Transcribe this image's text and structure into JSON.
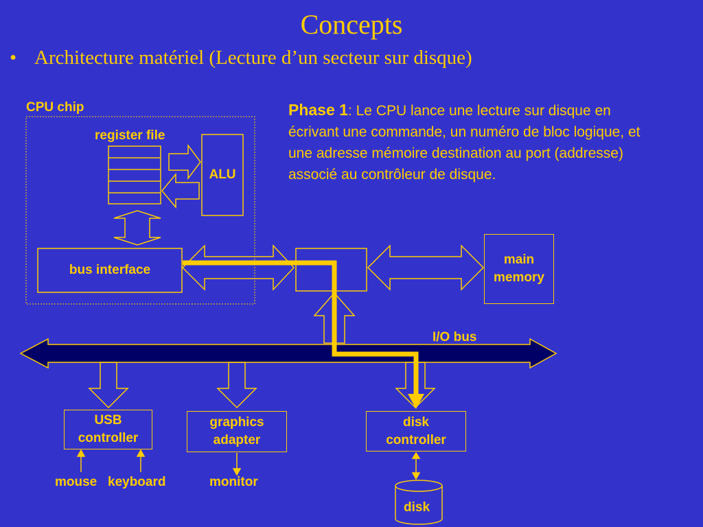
{
  "title": "Concepts",
  "bullet": {
    "marker": "•",
    "text": "Architecture matériel (Lecture d’un secteur sur disque)"
  },
  "phase": {
    "label": "Phase 1",
    "text": ": Le CPU lance une lecture sur disque en écrivant une commande, un numéro de bloc logique, et une adresse mémoire destination  au port (addresse) associé au contrôleur de disque."
  },
  "diagram": {
    "cpu_chip": "CPU chip",
    "register_file": "register file",
    "alu": "ALU",
    "bus_interface": "bus interface",
    "main_memory": "main memory",
    "io_bus": "I/O bus",
    "usb_controller": "USB controller",
    "graphics_adapter": "graphics adapter",
    "disk_controller": "disk controller",
    "mouse": "mouse",
    "keyboard": "keyboard",
    "monitor": "monitor",
    "disk": "disk"
  },
  "colors": {
    "background": "#3333cc",
    "accent": "#ffcc00",
    "bus_fill": "#000066"
  }
}
